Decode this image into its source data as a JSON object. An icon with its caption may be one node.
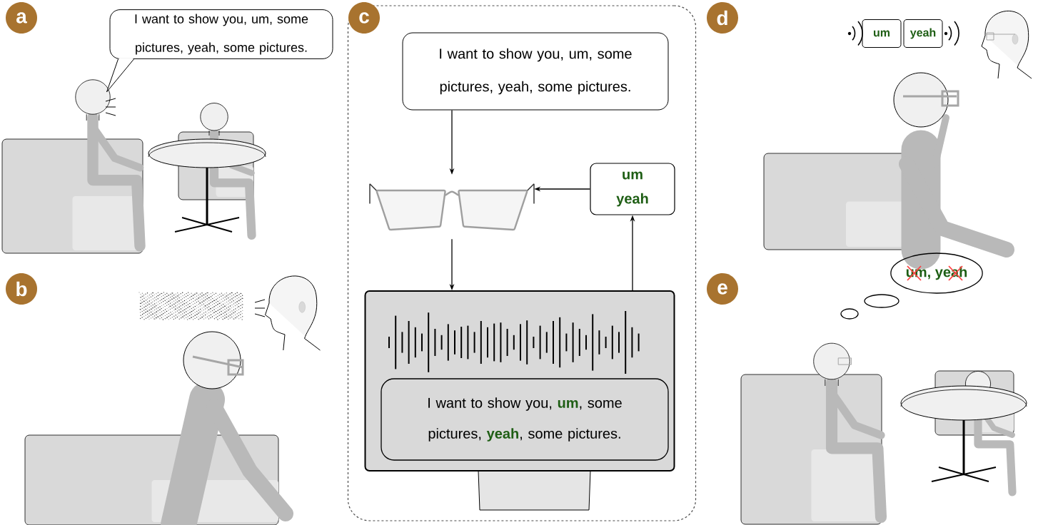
{
  "diagram": {
    "nodes": [
      {
        "text": [
          "a"
        ]
      },
      {
        "text": [
          "I want to show you, um, some pictures, yeah, some pictures."
        ]
      },
      {
        "text": [],
        "shape": "box"
      },
      {
        "text": [
          "c"
        ]
      },
      {
        "text": [
          "I want to show you, um, some pictures, yeah, some pictures."
        ],
        "in": 2
      },
      {
        "text": [],
        "shape": "picture",
        "in": 2
      },
      {
        "text": [
          "um yeah"
        ],
        "in": 2
      },
      {
        "text": [],
        "shape": "box",
        "in": 2
      },
      {
        "text": [
          "I want to show you, **um**, some pictures, **yeah**, some pictures."
        ],
        "in": 7
      },
      {
        "text": [
          "d"
        ]
      },
      {
        "text": [
          "um"
        ]
      },
      {
        "text": [
          "yeah"
        ]
      },
      {
        "text": [
          "b"
        ]
      },
      {
        "text": [
          "e"
        ]
      },
      {
        "text": [
          "um, yeah"
        ]
      }
    ],
    "edges": [
      {
        "from": 4,
        "to": 5,
        "arrow": "to"
      },
      {
        "from": 5,
        "to": 7,
        "arrow": "to"
      },
      {
        "from": 7,
        "to": 6,
        "arrow": "to"
      },
      {
        "from": 6,
        "to": 5,
        "arrow": "to"
      }
    ]
  }
}
